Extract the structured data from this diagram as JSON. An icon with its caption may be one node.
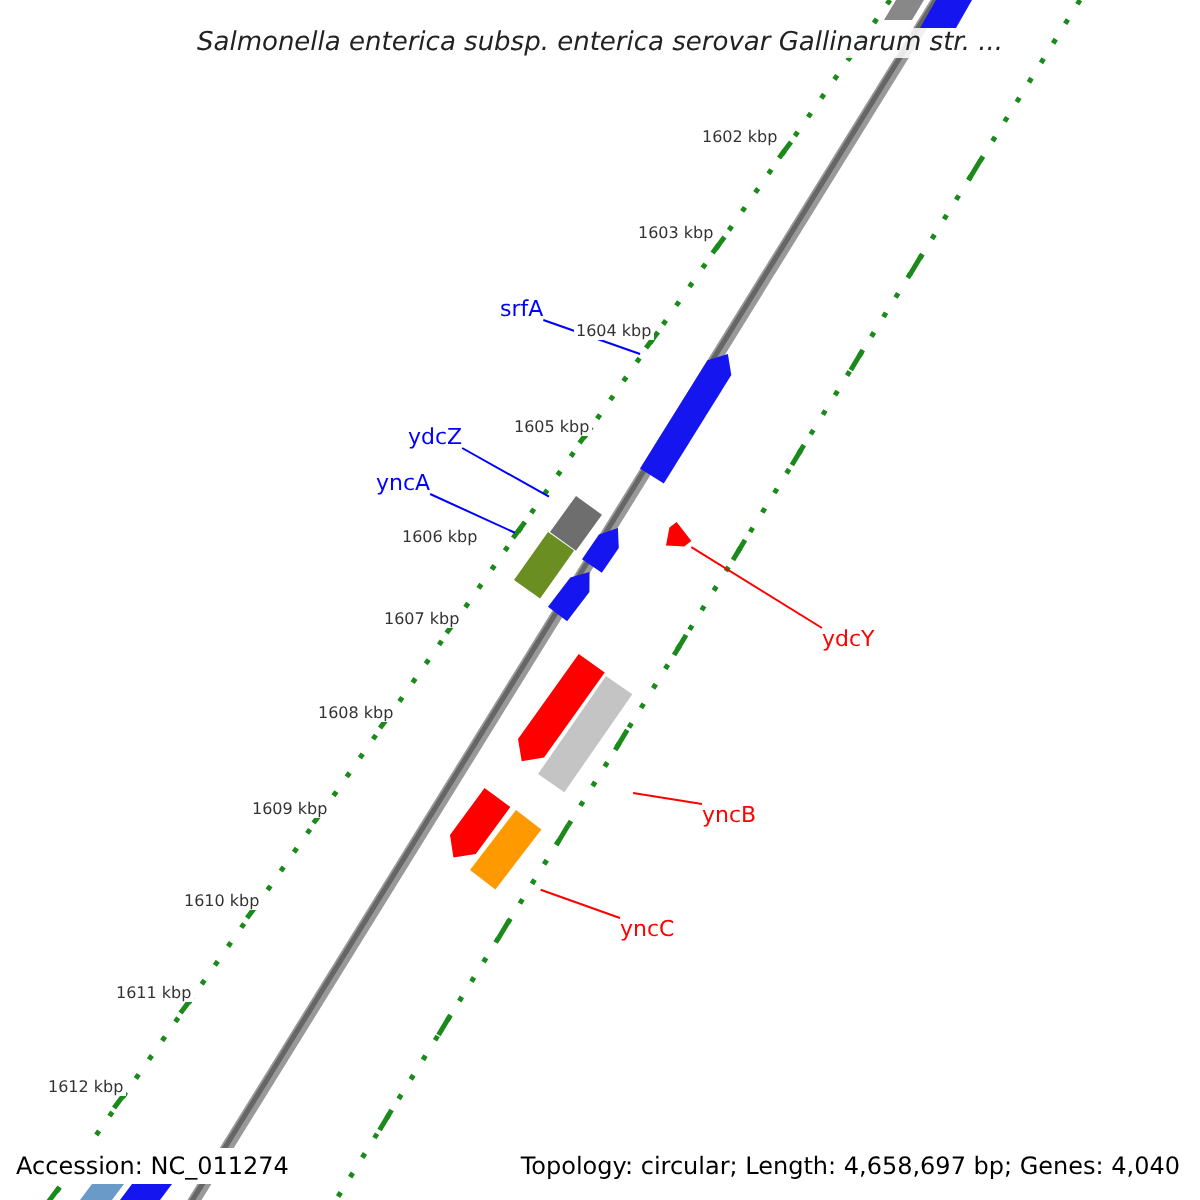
{
  "diagram": {
    "title": "Salmonella enterica subsp. enterica serovar Gallinarum str. ...",
    "nodes": [
      {
        "text": [
          "srfA"
        ]
      },
      {
        "text": [
          "ydcZ"
        ]
      },
      {
        "text": [
          "yncA"
        ]
      },
      {
        "text": [
          "ydcY"
        ]
      },
      {
        "text": [
          "yncB"
        ]
      },
      {
        "text": [
          "yncC"
        ]
      },
      {
        "text": [],
        "shape": "bar"
      },
      {
        "text": [],
        "shape": "bar"
      },
      {
        "text": [],
        "shape": "bar"
      },
      {
        "text": [],
        "shape": "bar"
      },
      {
        "text": [],
        "shape": "bar"
      },
      {
        "text": [],
        "shape": "bar"
      },
      {
        "text": [],
        "shape": "bar"
      },
      {
        "text": [],
        "shape": "bar"
      },
      {
        "text": [],
        "shape": "bar"
      },
      {
        "text": [],
        "shape": "bar"
      }
    ],
    "edges": [
      {
        "from": 0,
        "to": 6,
        "arrow": "none",
        "color": "#0000ff"
      },
      {
        "from": 1,
        "to": 7,
        "arrow": "none",
        "color": "#0000ff"
      },
      {
        "from": 2,
        "to": 8,
        "arrow": "none",
        "color": "#0000ff"
      },
      {
        "from": 3,
        "to": 11,
        "arrow": "none",
        "color": "#ff0000"
      },
      {
        "from": 4,
        "to": 12,
        "arrow": "none",
        "color": "#ff0000"
      },
      {
        "from": 5,
        "to": 14,
        "arrow": "none",
        "color": "#ff0000"
      }
    ],
    "labels": [
      "1602 kbp",
      "1603 kbp",
      "1604 kbp",
      "1605 kbp",
      "1606 kbp",
      "1607 kbp",
      "1608 kbp",
      "1609 kbp",
      "1610 kbp",
      "1611 kbp",
      "1612 kbp",
      "Accession: NC_011274",
      "Topology: circular; Length: 4,658,697 bp; Genes: 4,040"
    ]
  }
}
